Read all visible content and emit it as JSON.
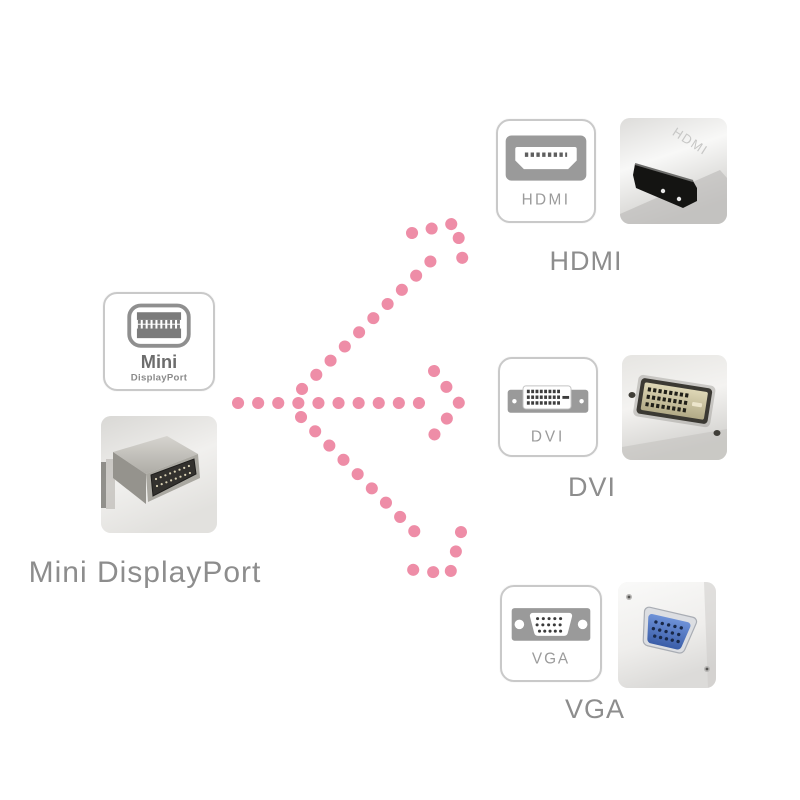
{
  "input": {
    "icon_title": "Mini",
    "icon_subtitle": "DisplayPort",
    "caption": "Mini DisplayPort"
  },
  "outputs": [
    {
      "id": "hdmi",
      "icon_label": "HDMI",
      "caption": "HDMI",
      "photo_embossed": "HDMI"
    },
    {
      "id": "dvi",
      "icon_label": "DVI",
      "caption": "DVI"
    },
    {
      "id": "vga",
      "icon_label": "VGA",
      "caption": "VGA"
    }
  ],
  "colors": {
    "arrow-pink": "#ee8da7",
    "caption-gray": "#8d8d8d",
    "icon-gray": "#9a9a9a",
    "icon-border": "#c9c9c9",
    "icon-label": "#9b9b9b",
    "vga-blue": "#4a74c4"
  }
}
